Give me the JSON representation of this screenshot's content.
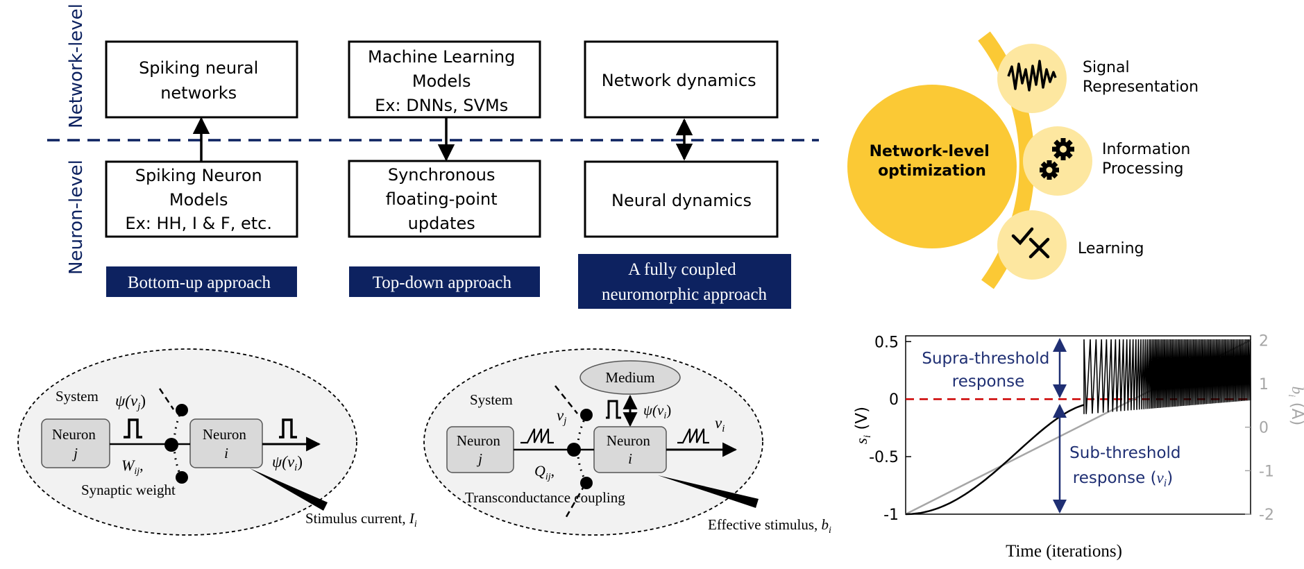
{
  "levels": {
    "network": "Network-level",
    "neuron": "Neuron-level"
  },
  "columns": [
    {
      "top": [
        "Spiking neural",
        "networks"
      ],
      "bottom": [
        "Spiking Neuron",
        "Models",
        "Ex: HH, I & F, etc."
      ],
      "label": [
        "Bottom-up approach"
      ]
    },
    {
      "top": [
        "Machine Learning",
        "Models",
        "Ex: DNNs, SVMs"
      ],
      "bottom": [
        "Synchronous",
        "floating-point",
        "updates"
      ],
      "label": [
        "Top-down approach"
      ]
    },
    {
      "top": [
        "Network dynamics"
      ],
      "bottom": [
        "Neural dynamics"
      ],
      "label": [
        "A fully coupled",
        "neuromorphic approach"
      ]
    }
  ],
  "optimization": {
    "center": [
      "Network-level",
      "optimization"
    ],
    "items": [
      {
        "icon": "waveform-icon",
        "label": [
          "Signal",
          "Representation"
        ]
      },
      {
        "icon": "gears-icon",
        "label": [
          "Information",
          "Processing"
        ]
      },
      {
        "icon": "check-cross-icon",
        "label": [
          "Learning"
        ]
      }
    ]
  },
  "circuit1": {
    "system": "System",
    "neuron_j": [
      "Neuron",
      "j"
    ],
    "neuron_i": [
      "Neuron",
      "i"
    ],
    "psi_vj": "ψ(v",
    "psi_vj_sub": "j",
    "psi_vi": "ψ(v",
    "psi_vi_sub": "i",
    "weight": "W",
    "weight_sub": "ij",
    "synaptic": "Synaptic weight",
    "stimulus": "Stimulus current, ",
    "stimulus_var": "I",
    "stimulus_sub": "i"
  },
  "circuit2": {
    "system": "System",
    "medium": "Medium",
    "neuron_j": [
      "Neuron",
      "j"
    ],
    "neuron_i": [
      "Neuron",
      "i"
    ],
    "psi_vi": "ψ(v",
    "psi_vi_sub": "i",
    "vj": "v",
    "vj_sub": "j",
    "vi": "v",
    "vi_sub": "i",
    "coupling": "Q",
    "coupling_sub": "ij",
    "transconductance": "Transconductance coupling",
    "stimulus": "Effective stimulus, ",
    "stimulus_var": "b",
    "stimulus_sub": "i"
  },
  "chart_data": {
    "type": "line",
    "xlabel": "Time (iterations)",
    "ylabel": "s",
    "ylabel_sub": "i",
    "ylabel_unit": " (V)",
    "y2label": "b",
    "y2label_sub": "i",
    "y2label_unit": " (A)",
    "ylim": [
      -1,
      0.55
    ],
    "y2lim": [
      -2,
      2.1
    ],
    "yticks": [
      "0.5",
      "0",
      "-0.5",
      "-1"
    ],
    "yticks_values": [
      0.5,
      0,
      -0.5,
      -1
    ],
    "y2ticks": [
      "2",
      "1",
      "0",
      "-1",
      "-2"
    ],
    "y2ticks_values": [
      2,
      1,
      0,
      -1,
      -2
    ],
    "threshold": 0,
    "supra": [
      "Supra-threshold",
      "response"
    ],
    "sub": [
      "Sub-threshold",
      "response (",
      ")"
    ],
    "sub_var": "v",
    "sub_var_sub": "i",
    "colors": {
      "threshold": "#cc0000",
      "stimulus": "#a6a6a6",
      "response": "#000000",
      "annotation": "#1f2f73"
    }
  },
  "colors": {
    "navy": "#0d2260",
    "yellow": "#fbc935",
    "light_yellow": "#fde7a0",
    "node_fill": "#d9d9d9",
    "ellipse_fill": "#f2f2f2"
  }
}
